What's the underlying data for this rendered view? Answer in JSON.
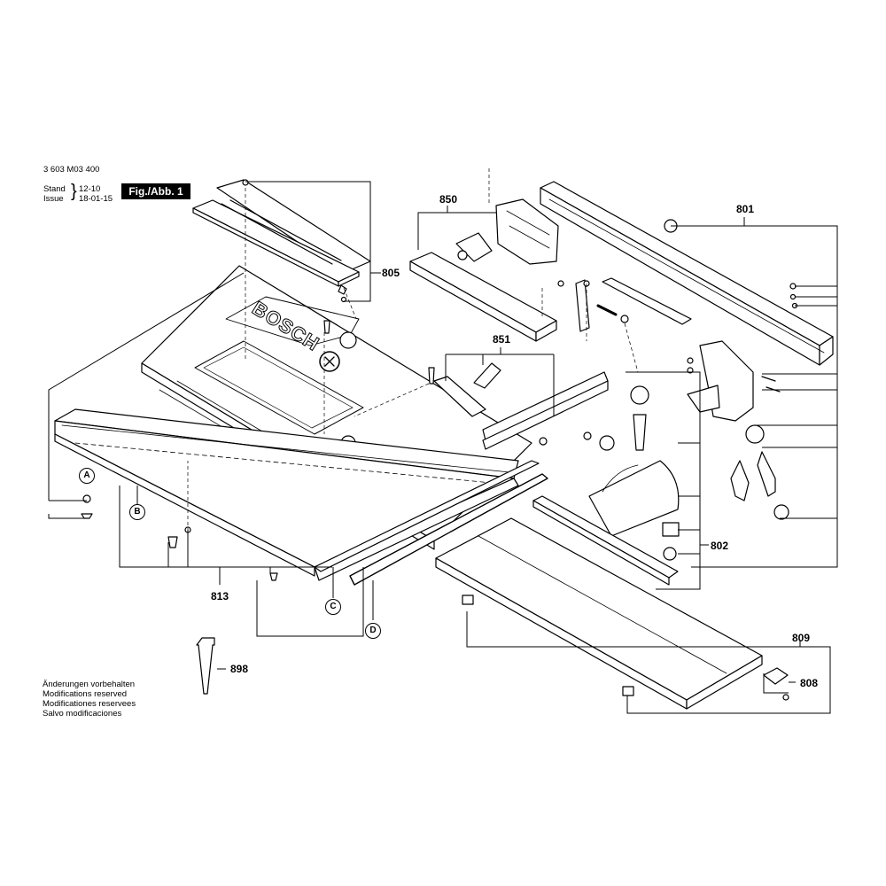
{
  "header": {
    "doc_number": "3 603 M03 400",
    "stand_label": "Stand",
    "issue_label": "Issue",
    "stand_value": "12-10",
    "issue_value": "18-01-15",
    "figure_badge": "Fig./Abb. 1"
  },
  "callouts": {
    "p801": "801",
    "p802": "802",
    "p805": "805",
    "p808": "808",
    "p809": "809",
    "p813": "813",
    "p850": "850",
    "p851": "851",
    "p898": "898"
  },
  "markers": {
    "a": "A",
    "b": "B",
    "c": "C",
    "d": "D"
  },
  "logo_text": "BOSCH",
  "footer_notes": [
    "Änderungen vorbehalten",
    "Modifications reserved",
    "Modificationes reservees",
    "Salvo modificaciones"
  ]
}
